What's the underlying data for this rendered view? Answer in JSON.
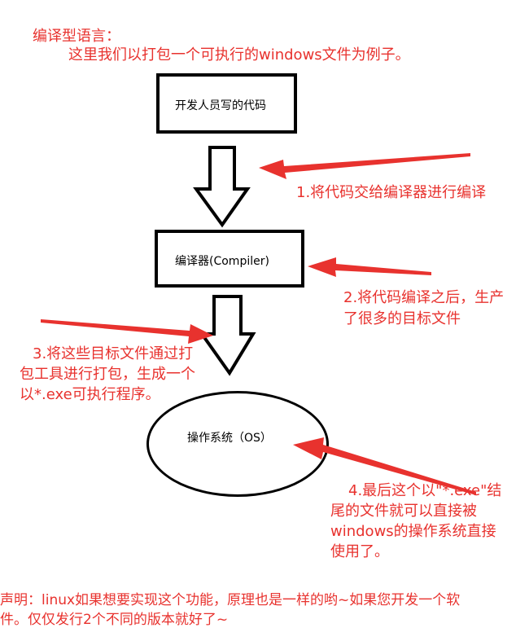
{
  "colors": {
    "annotation": "#e8322e",
    "box_border": "#000000",
    "background": "#ffffff"
  },
  "heading": {
    "line1": "编译型语言：",
    "line2": "这里我们以打包一个可执行的windows文件为例子。"
  },
  "nodes": {
    "source_code": "开发人员写的代码",
    "compiler": "编译器(Compiler)",
    "os": "操作系统（OS）"
  },
  "notes": {
    "step1": "1.将代码交给编译器进行编译",
    "step2_line1": "2.将代码编译之后，生产",
    "step2_line2": "了很多的目标文件",
    "step3_line1": "3.将这些目标文件通过打",
    "step3_line2": "包工具进行打包，生成一个",
    "step3_line3": "以*.exe可执行程序。",
    "step4_line1": "4.最后这个以\"*.exe\"结",
    "step4_line2": "尾的文件就可以直接被",
    "step4_line3": "windows的操作系统直接",
    "step4_line4": "使用了。"
  },
  "footer": {
    "line1": "声明：linux如果想要实现这个功能，原理也是一样的哟~如果您开发一个软",
    "line2": "件。仅仅发行2个不同的版本就好了~"
  }
}
